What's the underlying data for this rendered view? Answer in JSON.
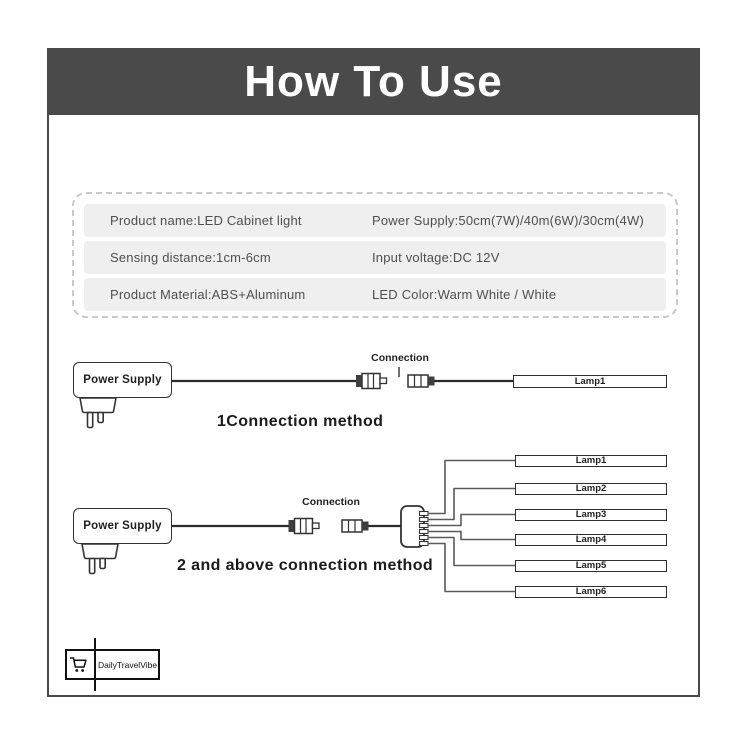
{
  "page": {
    "title": "How To Use"
  },
  "specs": {
    "rows": [
      {
        "left": "Product name:LED Cabinet light",
        "right": "Power Supply:50cm(7W)/40m(6W)/30cm(4W)"
      },
      {
        "left": "Sensing distance:1cm-6cm",
        "right": "Input voltage:DC 12V"
      },
      {
        "left": "Product Material:ABS+Aluminum",
        "right": "LED Color:Warm White / White"
      }
    ]
  },
  "diagram1": {
    "power_supply_label": "Power Supply",
    "connection_label": "Connection",
    "lamp_label": "Lamp1",
    "caption": "1Connection method"
  },
  "diagram2": {
    "power_supply_label": "Power Supply",
    "connection_label": "Connection",
    "lamps": [
      "Lamp1",
      "Lamp2",
      "Lamp3",
      "Lamp4",
      "Lamp5",
      "Lamp6"
    ],
    "caption": "2 and above connection method"
  },
  "branding": {
    "logo_text": "DailyTravelVibe",
    "icon": "shopping-cart-icon"
  },
  "colors": {
    "header_bg": "#4a4a4a",
    "header_text": "#ffffff",
    "spec_row_bg": "#efefef",
    "dashed_border": "#c9c9c9",
    "line": "#333333",
    "fan_wire": "#5a5a5a"
  }
}
